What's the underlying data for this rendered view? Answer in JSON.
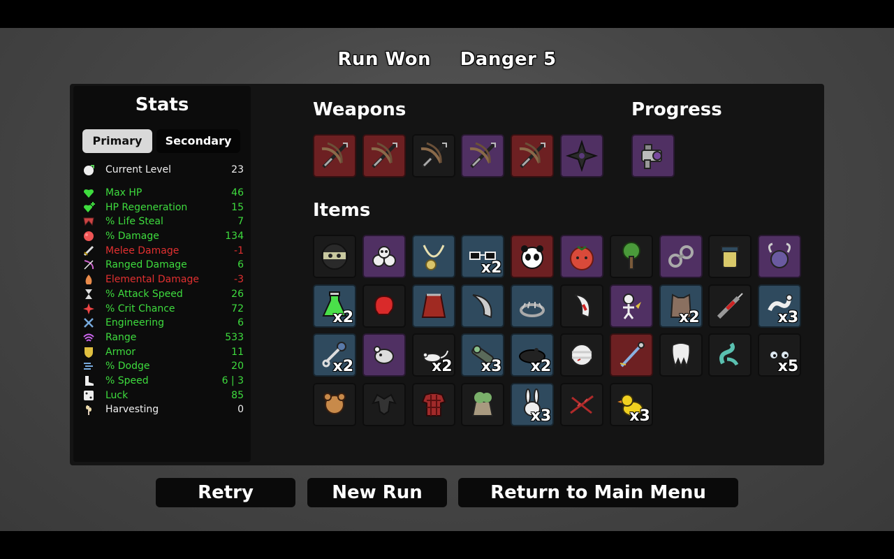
{
  "header": {
    "result": "Run Won",
    "danger": "Danger 5"
  },
  "stats": {
    "title": "Stats",
    "tabs": {
      "primary": "Primary",
      "secondary": "Secondary",
      "active": "Primary"
    },
    "rows": [
      {
        "name": "Current Level",
        "value": "23",
        "color": "white",
        "icon": "level-icon"
      },
      {
        "name": "Max HP",
        "value": "46",
        "color": "green",
        "icon": "heart-icon"
      },
      {
        "name": "HP Regeneration",
        "value": "15",
        "color": "green",
        "icon": "heart-plus-icon"
      },
      {
        "name": "% Life Steal",
        "value": "7",
        "color": "green",
        "icon": "fang-icon"
      },
      {
        "name": "% Damage",
        "value": "134",
        "color": "green",
        "icon": "muscle-icon"
      },
      {
        "name": "Melee Damage",
        "value": "-1",
        "color": "red",
        "icon": "sword-icon"
      },
      {
        "name": "Ranged Damage",
        "value": "6",
        "color": "green",
        "icon": "bow-icon"
      },
      {
        "name": "Elemental Damage",
        "value": "-3",
        "color": "red",
        "icon": "flame-icon"
      },
      {
        "name": "% Attack Speed",
        "value": "26",
        "color": "green",
        "icon": "hourglass-icon"
      },
      {
        "name": "% Crit Chance",
        "value": "72",
        "color": "green",
        "icon": "crit-icon"
      },
      {
        "name": "Engineering",
        "value": "6",
        "color": "green",
        "icon": "wrench-icon"
      },
      {
        "name": "Range",
        "value": "533",
        "color": "green",
        "icon": "range-icon"
      },
      {
        "name": "Armor",
        "value": "11",
        "color": "green",
        "icon": "shield-icon"
      },
      {
        "name": "% Dodge",
        "value": "20",
        "color": "green",
        "icon": "dodge-icon"
      },
      {
        "name": "% Speed",
        "value": "6 | 3",
        "color": "green",
        "icon": "boot-icon"
      },
      {
        "name": "Luck",
        "value": "85",
        "color": "green",
        "icon": "dice-icon"
      },
      {
        "name": "Harvesting",
        "value": "0",
        "color": "white",
        "icon": "wheat-icon"
      }
    ]
  },
  "weapons": {
    "title": "Weapons",
    "items": [
      {
        "icon": "crossbow-icon",
        "tier": 3
      },
      {
        "icon": "crossbow-icon",
        "tier": 3
      },
      {
        "icon": "crossbow-icon",
        "tier": 0
      },
      {
        "icon": "crossbow-icon",
        "tier": 2
      },
      {
        "icon": "crossbow-icon",
        "tier": 3
      },
      {
        "icon": "shuriken-icon",
        "tier": 2
      }
    ]
  },
  "progress": {
    "title": "Progress",
    "items": [
      {
        "icon": "camera-gun-icon",
        "tier": 2
      }
    ]
  },
  "items": {
    "title": "Items",
    "list": [
      {
        "icon": "ninja-mask-icon",
        "tier": 0,
        "qty": ""
      },
      {
        "icon": "skull-pile-icon",
        "tier": 2,
        "qty": ""
      },
      {
        "icon": "pendant-icon",
        "tier": 1,
        "qty": ""
      },
      {
        "icon": "glasses-icon",
        "tier": 1,
        "qty": "x2"
      },
      {
        "icon": "panda-icon",
        "tier": 3,
        "qty": ""
      },
      {
        "icon": "tomato-icon",
        "tier": 2,
        "qty": ""
      },
      {
        "icon": "tree-icon",
        "tier": 0,
        "qty": ""
      },
      {
        "icon": "handcuffs-icon",
        "tier": 2,
        "qty": ""
      },
      {
        "icon": "jar-icon",
        "tier": 0,
        "qty": ""
      },
      {
        "icon": "horned-creature-icon",
        "tier": 2,
        "qty": ""
      },
      {
        "icon": "potion-icon",
        "tier": 1,
        "qty": "x2"
      },
      {
        "icon": "boxing-glove-icon",
        "tier": 0,
        "qty": ""
      },
      {
        "icon": "cape-icon",
        "tier": 1,
        "qty": ""
      },
      {
        "icon": "blade-icon",
        "tier": 1,
        "qty": ""
      },
      {
        "icon": "trap-icon",
        "tier": 1,
        "qty": ""
      },
      {
        "icon": "claw-icon",
        "tier": 0,
        "qty": ""
      },
      {
        "icon": "skeleton-icon",
        "tier": 2,
        "qty": ""
      },
      {
        "icon": "vest-icon",
        "tier": 1,
        "qty": "x2"
      },
      {
        "icon": "syringe-icon",
        "tier": 0,
        "qty": ""
      },
      {
        "icon": "worm-icon",
        "tier": 1,
        "qty": "x3"
      },
      {
        "icon": "anchor-key-icon",
        "tier": 1,
        "qty": "x2"
      },
      {
        "icon": "rat-icon",
        "tier": 2,
        "qty": ""
      },
      {
        "icon": "mouse-icon",
        "tier": 0,
        "qty": "x2"
      },
      {
        "icon": "scope-icon",
        "tier": 1,
        "qty": "x3"
      },
      {
        "icon": "beret-icon",
        "tier": 1,
        "qty": "x2"
      },
      {
        "icon": "bandaged-head-icon",
        "tier": 0,
        "qty": ""
      },
      {
        "icon": "wand-icon",
        "tier": 3,
        "qty": ""
      },
      {
        "icon": "tooth-icon",
        "tier": 0,
        "qty": ""
      },
      {
        "icon": "serpent-icon",
        "tier": 0,
        "qty": ""
      },
      {
        "icon": "eyes-icon",
        "tier": 0,
        "qty": "x5"
      },
      {
        "icon": "bear-icon",
        "tier": 0,
        "qty": ""
      },
      {
        "icon": "bat-icon",
        "tier": 0,
        "qty": ""
      },
      {
        "icon": "plaid-shirt-icon",
        "tier": 0,
        "qty": ""
      },
      {
        "icon": "moss-sack-icon",
        "tier": 0,
        "qty": ""
      },
      {
        "icon": "bunny-icon",
        "tier": 1,
        "qty": "x3"
      },
      {
        "icon": "barbed-wire-icon",
        "tier": 0,
        "qty": ""
      },
      {
        "icon": "duck-icon",
        "tier": 0,
        "qty": "x3"
      }
    ]
  },
  "buttons": {
    "retry": "Retry",
    "new_run": "New Run",
    "main_menu": "Return to Main Menu"
  }
}
